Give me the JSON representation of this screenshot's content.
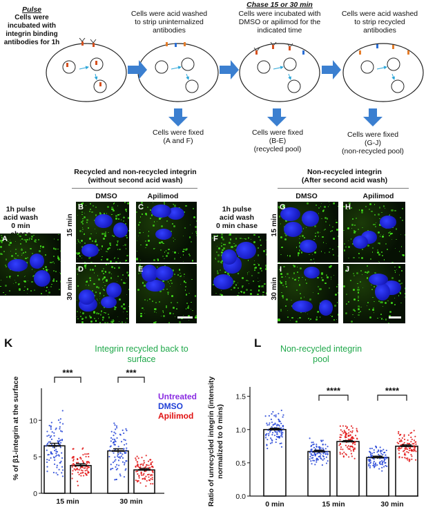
{
  "schematic": {
    "step1_title": "Pulse",
    "step1_text": "Cells were incubated with integrin binding antibodies for 1h",
    "step2_text": "Cells were acid washed to strip uninternalized antibodies",
    "chase_title": "Chase 15 or 30 min",
    "step3_text": "Cells were incubated with DMSO or apilimod for the indicated time",
    "step4_text": "Cells were acid washed to strip recycled antibodies",
    "fixed1_line1": "Cells were fixed",
    "fixed1_line2": "(A and F)",
    "fixed2_line1": "Cells were fixed",
    "fixed2_line2": "(B-E)",
    "fixed2_line3": "(recycled pool)",
    "fixed3_line1": "Cells were fixed",
    "fixed3_line2": "(G-J)",
    "fixed3_line3": "(non-recycled pool)"
  },
  "micrographs": {
    "left_header_line1": "Recycled and non-recycled integrin",
    "left_header_line2": "(without  second acid wash)",
    "right_header_line1": "Non-recycled integrin",
    "right_header_line2": "(After second acid wash)",
    "col_dmso": "DMSO",
    "col_apilimod": "Apilimod",
    "row_15": "15 min",
    "row_30": "30 min",
    "pulse_line1": "1h pulse",
    "pulse_line2": "acid wash",
    "pulse_line3": "0 min chase",
    "panels": [
      "A",
      "B",
      "C",
      "D",
      "E",
      "F",
      "G",
      "H",
      "I",
      "J"
    ]
  },
  "chart_data": [
    {
      "type": "bar",
      "panel_label": "K",
      "title": "Integrin recycled back to surface",
      "ylabel": "% of β1-integrin at the surface",
      "ylim": [
        0,
        14
      ],
      "yticks": [
        "0",
        "5",
        "10"
      ],
      "categories": [
        "15 min",
        "30 min"
      ],
      "series": [
        {
          "name": "DMSO",
          "values": [
            6.5,
            5.8
          ]
        },
        {
          "name": "Apilimod",
          "values": [
            3.8,
            3.2
          ]
        }
      ],
      "errors": [
        [
          0.35,
          0.3
        ],
        [
          0.25,
          0.2
        ]
      ],
      "significance": [
        "***",
        "***"
      ],
      "legend": [
        "Untreated",
        "DMSO",
        "Apilimod"
      ],
      "legend_colors": [
        "#8a2be2",
        "#1f3fd6",
        "#e01010"
      ]
    },
    {
      "type": "bar",
      "panel_label": "L",
      "title": "Non-recycled integrin pool",
      "ylabel": "Ratio of unrecycled integrin (intensity normalized to 0 mins)",
      "ylim": [
        0,
        1.6
      ],
      "yticks": [
        "0.0",
        "0.5",
        "1.0",
        "1.5"
      ],
      "categories": [
        "0 min",
        "15 min",
        "30 min"
      ],
      "series": [
        {
          "name": "DMSO",
          "values": [
            1.0,
            0.67,
            0.58
          ]
        },
        {
          "name": "Apilimod",
          "values": [
            null,
            0.82,
            0.75
          ]
        }
      ],
      "errors": [
        [
          0.02,
          0.02,
          0.02
        ],
        [
          null,
          0.015,
          0.02
        ]
      ],
      "significance": [
        "",
        "****",
        "****"
      ]
    }
  ],
  "colors": {
    "arrow_blue": "#3b7fd0",
    "green_title": "#1fa84a",
    "dmso": "#1f3fd6",
    "apilimod": "#e01010",
    "untreated": "#8a2be2"
  }
}
